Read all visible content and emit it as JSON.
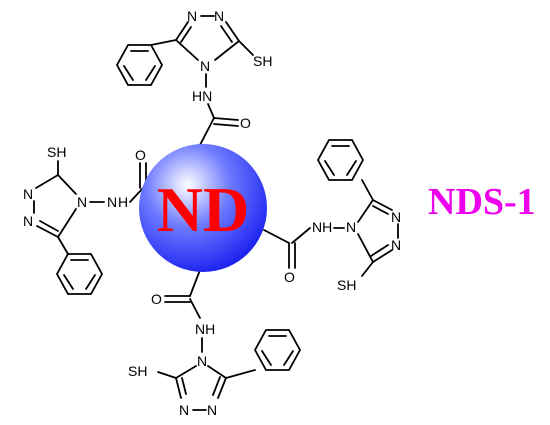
{
  "core": {
    "label": "ND"
  },
  "compound": {
    "label": "NDS-1",
    "color": "#ee00ee"
  },
  "sphere_colors": {
    "highlight": "#ffffff",
    "mid": "#6f7cff",
    "edge": "#1a1ff0"
  },
  "atom_labels": {
    "nitrogen": "N",
    "oxygen": "O",
    "sulfanyl": "SH",
    "hydrazide": "HN",
    "hydrazide_alt": "NH",
    "hydrazide_h": "H",
    "hydrazide_n": "N"
  }
}
